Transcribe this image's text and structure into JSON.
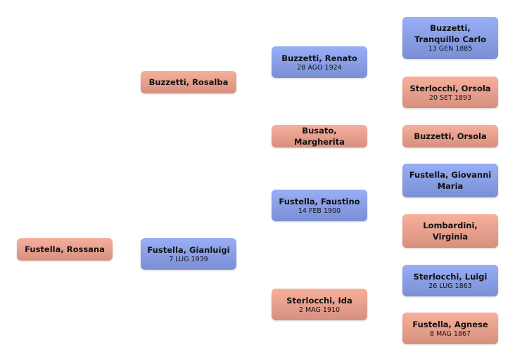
{
  "colors": {
    "female": "#f0a892",
    "male": "#8ea2ea"
  },
  "people": {
    "p1": {
      "name": "Fustella, Rossana",
      "date": "",
      "sex": "female"
    },
    "p2": {
      "name": "Buzzetti, Rosalba",
      "date": "",
      "sex": "female"
    },
    "p3": {
      "name": "Fustella, Gianluigi",
      "date": "7 LUG 1939",
      "sex": "male"
    },
    "p4": {
      "name": "Buzzetti, Renato",
      "date": "28 AGO 1924",
      "sex": "male"
    },
    "p5": {
      "name": "Busato, Margherita",
      "date": "",
      "sex": "female"
    },
    "p6": {
      "name": "Fustella, Faustino",
      "date": "14 FEB 1900",
      "sex": "male"
    },
    "p7": {
      "name": "Sterlocchi, Ida",
      "date": "2 MAG 1910",
      "sex": "female"
    },
    "p8": {
      "name": "Buzzetti, Tranquillo Carlo",
      "date": "13 GEN 1885",
      "sex": "male"
    },
    "p9": {
      "name": "Sterlocchi, Orsola",
      "date": "20 SET 1893",
      "sex": "female"
    },
    "p10": {
      "name": "Buzzetti, Orsola",
      "date": "",
      "sex": "female"
    },
    "p11": {
      "name": "Fustella, Giovanni Maria",
      "date": "",
      "sex": "male"
    },
    "p12": {
      "name": "Lombardini, Virginia",
      "date": "",
      "sex": "female"
    },
    "p13": {
      "name": "Sterlocchi, Luigi",
      "date": "26 LUG 1863",
      "sex": "male"
    },
    "p14": {
      "name": "Fustella, Agnese",
      "date": "8 MAG 1867",
      "sex": "female"
    }
  }
}
